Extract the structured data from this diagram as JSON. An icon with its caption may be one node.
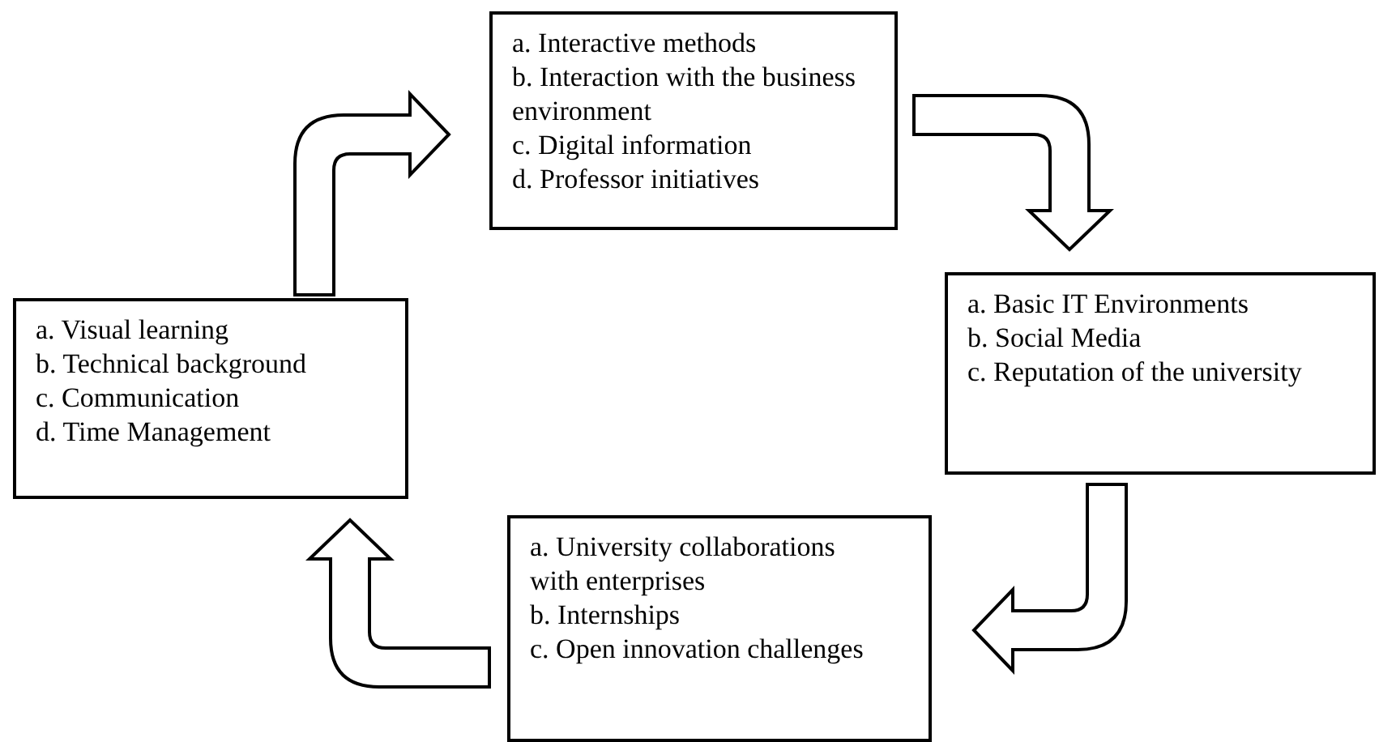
{
  "diagram": {
    "nodes": [
      {
        "text": [
          "a. Interactive methods",
          "b. Interaction with the business environment",
          "c. Digital information",
          "d. Professor initiatives"
        ]
      },
      {
        "text": [
          "a. Basic IT Environments",
          "b. Social Media",
          "c. Reputation of the university"
        ]
      },
      {
        "text": [
          "a. University collaborations with enterprises",
          "b. Internships",
          "c. Open innovation challenges"
        ]
      },
      {
        "text": [
          "a. Visual learning",
          "b. Technical background",
          "c. Communication",
          "d. Time Management"
        ]
      }
    ],
    "edges": [
      {
        "from": 3,
        "to": 0,
        "arrow": "to"
      },
      {
        "from": 0,
        "to": 1,
        "arrow": "to"
      },
      {
        "from": 1,
        "to": 2,
        "arrow": "to"
      },
      {
        "from": 2,
        "to": 3,
        "arrow": "to"
      }
    ]
  }
}
